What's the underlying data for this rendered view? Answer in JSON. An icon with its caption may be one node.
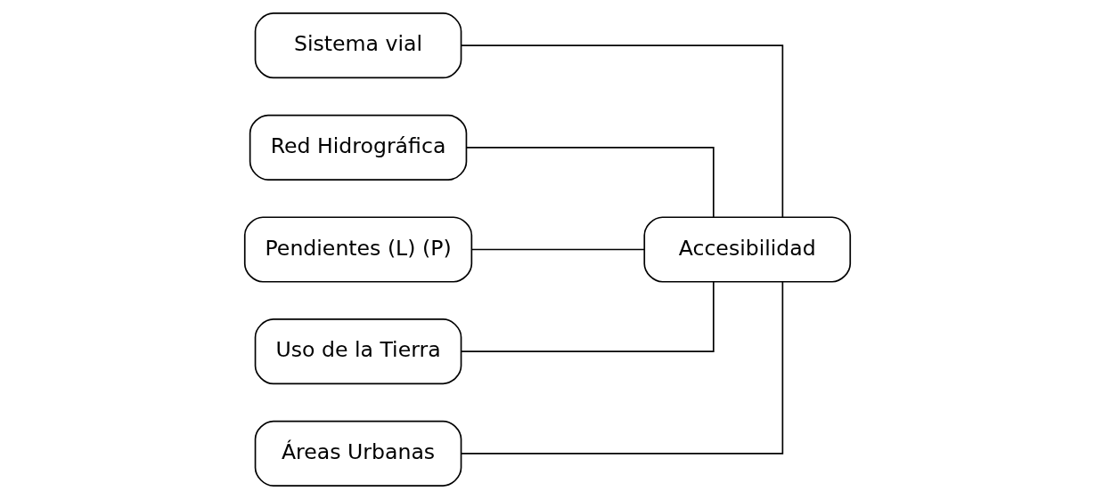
{
  "diagram": {
    "nodes": [
      {
        "text": [
          "Sistema vial"
        ]
      },
      {
        "text": [
          "Red Hidrográfica"
        ]
      },
      {
        "text": [
          "Pendientes (L) (P)"
        ]
      },
      {
        "text": [
          "Uso de la Tierra"
        ]
      },
      {
        "text": [
          "Áreas Urbanas"
        ]
      },
      {
        "text": [
          "Accesibilidad"
        ]
      }
    ],
    "edges": [
      {
        "from": 0,
        "to": 5,
        "arrow": "none"
      },
      {
        "from": 1,
        "to": 5,
        "arrow": "none"
      },
      {
        "from": 2,
        "to": 5,
        "arrow": "none"
      },
      {
        "from": 3,
        "to": 5,
        "arrow": "none"
      },
      {
        "from": 4,
        "to": 5,
        "arrow": "none"
      }
    ]
  }
}
